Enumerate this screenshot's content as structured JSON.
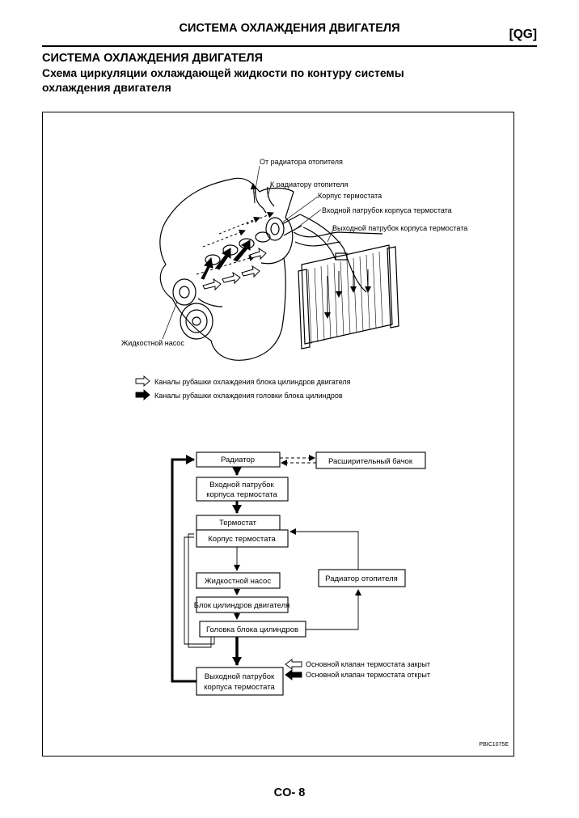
{
  "header": {
    "title": "СИСТЕМА ОХЛАЖДЕНИЯ ДВИГАТЕЛЯ",
    "tag": "[QG]"
  },
  "section": {
    "title": "СИСТЕМА ОХЛАЖДЕНИЯ ДВИГАТЕЛЯ",
    "subtitle": "Схема циркуляции охлаждающей жидкости по контуру системы охлаждения двигателя"
  },
  "illustration": {
    "callouts": {
      "from_heater_radiator": "От радиатора отопителя",
      "to_heater_radiator": "К радиатору отопителя",
      "thermostat_housing": "Корпус термостата",
      "inlet_pipe": "Входной патрубок корпуса термостата",
      "outlet_pipe": "Выходной патрубок корпуса термостата",
      "water_pump": "Жидкостной насос"
    },
    "legend": {
      "block_jacket": "Каналы рубашки охлаждения блока цилиндров двигателя",
      "head_jacket": "Каналы рубашки охлаждения головки блока цилиндров"
    }
  },
  "flow_diagram": {
    "radiator": "Радиатор",
    "expansion_tank": "Расширительный бачок",
    "inlet_pipe_line1": "Входной патрубок",
    "inlet_pipe_line2": "корпуса термостата",
    "thermostat": "Термостат",
    "thermostat_housing": "Корпус термостата",
    "water_pump": "Жидкостной насос",
    "cylinder_block": "Блок цилиндров двигателя",
    "cylinder_head": "Головка блока цилиндров",
    "heater_radiator": "Радиатор отопителя",
    "outlet_pipe_line1": "Выходной патрубок",
    "outlet_pipe_line2": "корпуса термостата",
    "legend_closed": "Основной клапан термостата закрыт",
    "legend_open": "Основной клапан термостата открыт"
  },
  "figure_code": "PBIC1075E",
  "page_number": "CO- 8"
}
